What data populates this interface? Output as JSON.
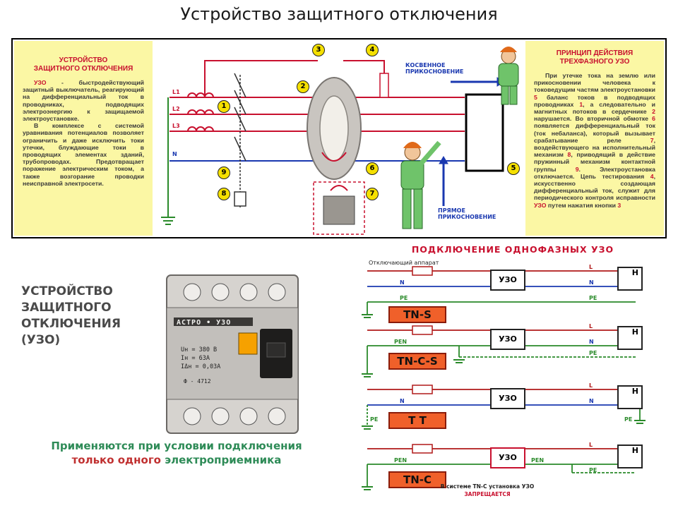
{
  "slide": {
    "title": "Устройство защитного отключения"
  },
  "poster": {
    "left_panel": {
      "title_line1": "УСТРОЙСТВО",
      "title_line2": "ЗАЩИТНОГО ОТКЛЮЧЕНИЯ",
      "para1_lead": "УЗО",
      "para1": " - быстродействующий защитный выключатель, реагирующий на дифференциальный ток в проводниках, подводящих электроэнергию к защищаемой электроустановке.",
      "para2": "В комплексе с системой уравнивания потенциалов позволяет ограничить и даже исключить токи утечки, блуждающие токи в проводящих элементах зданий, трубопроводах. Предотвращает поражение электрическим током, а также возгорание проводки неисправной электросети."
    },
    "right_panel": {
      "title_line1": "ПРИНЦИП ДЕЙСТВИЯ",
      "title_line2": "ТРЕХФАЗНОГО УЗО",
      "text_a": "При утечке тока на землю или прикосновении человека к токоведущим частям электроустановки ",
      "n5": "5",
      "text_b": " баланс токов в подводящих проводниках ",
      "n1": "1",
      "text_c": ", а следовательно и магнитных потоков в сердечнике ",
      "n2": "2",
      "text_d": " нарушается. Во вторичной обмотке ",
      "n6": "6",
      "text_e": " появляется дифференциальный ток (ток небаланса), который вызывает срабатывание реле ",
      "n7": "7",
      "text_f": ", воздействующего на исполнительный механизм ",
      "n8": "8",
      "text_g": ", приводящий в действие пружинный механизм контактной группы ",
      "n9": "9",
      "text_h": ". Электроустановка отключается. Цепь тестирования ",
      "n4": "4",
      "text_i": ", искусственно создающая дифференциальный ток, служит для периодического контроля исправности ",
      "uzo_word": "УЗО",
      "text_j": " путем нажатия кнопки ",
      "n3": "3"
    },
    "diagram": {
      "phase_labels": [
        "L1",
        "L2",
        "L3",
        "N"
      ],
      "callouts": [
        "1",
        "2",
        "3",
        "4",
        "5",
        "6",
        "7",
        "8",
        "9"
      ],
      "indirect_line1": "КОСВЕННОЕ",
      "indirect_line2": "ПРИКОСНОВЕНИЕ",
      "direct_line1": "ПРЯМОЕ",
      "direct_line2": "ПРИКОСНОВЕНИЕ"
    }
  },
  "device": {
    "title_lines": [
      "УСТРОЙСТВО",
      "ЗАЩИТНОГО",
      "ОТКЛЮЧЕНИЯ",
      "(УЗО)"
    ],
    "brand": "АСТРО • УЗО",
    "rating_lines": [
      "Uн = 380 В",
      "Iн = 63А",
      "IΔн = 0,03А"
    ],
    "model": "Ф - 4712",
    "note_line1": "Применяются при условии подключения",
    "note_line2_a": "только одного ",
    "note_line2_b": "электроприемника"
  },
  "schemes": {
    "title": "ПОДКЛЮЧЕНИЕ ОДНОФАЗНЫХ УЗО",
    "breaker_label": "Отключающий аппарат",
    "uzo_label": "УЗО",
    "load_label": "Н",
    "systems": [
      {
        "name": "TN-S",
        "left_labels": [
          "N",
          "PE"
        ],
        "right_labels": [
          "L",
          "N",
          "PE"
        ]
      },
      {
        "name": "TN-C-S",
        "left_labels": [
          "PEN"
        ],
        "right_labels": [
          "L",
          "N",
          "PE"
        ]
      },
      {
        "name": "T T",
        "left_labels": [
          "N",
          "PE"
        ],
        "right_labels": [
          "L",
          "N",
          "PE"
        ]
      },
      {
        "name": "TN-C",
        "left_labels": [
          "PEN"
        ],
        "mid_label": "PEN",
        "right_labels": [
          "L",
          "PE"
        ]
      }
    ],
    "warning_line1": "В системе TN-C установка УЗО",
    "warning_line2": "ЗАПРЕЩАЕТСЯ"
  },
  "colors": {
    "phase": "#c8102e",
    "neutral": "#1a38b0",
    "pe": "#2a8a2a",
    "panel_yellow": "#fbf7a4",
    "label_orange": "#f0602a"
  }
}
